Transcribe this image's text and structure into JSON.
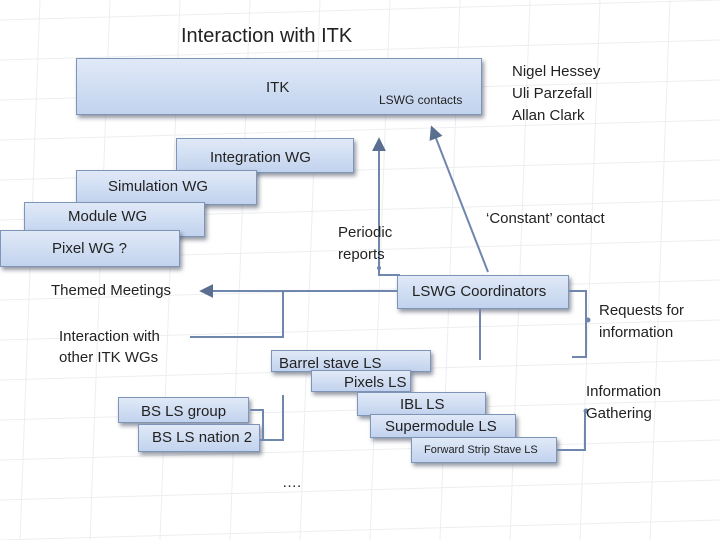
{
  "title": "Interaction with ITK",
  "itk": {
    "label": "ITK",
    "contacts": "LSWG contacts"
  },
  "people": {
    "names": [
      "Nigel Hessey",
      "Uli Parzefall",
      "Allan Clark"
    ]
  },
  "wgs": {
    "integration": "Integration WG",
    "simulation": "Simulation  WG",
    "module": "Module  WG",
    "pixel": "Pixel WG ?"
  },
  "periodic": [
    "Periodic",
    "reports"
  ],
  "constant": "‘Constant’ contact",
  "themed": "Themed Meetings",
  "coordinators": "LSWG Coordinators",
  "requests": [
    "Requests for",
    "information"
  ],
  "interaction_other": [
    "Interaction with",
    "other ITK WGs"
  ],
  "ls": {
    "barrel": "Barrel stave LS",
    "pixels": "Pixels LS",
    "ibl": "IBL LS",
    "supermodule": "Supermodule LS",
    "forward": "Forward Strip Stave LS",
    "bs_group": "BS LS group",
    "bs_nation": "BS LS nation 2"
  },
  "gathering": [
    "Information",
    "Gathering"
  ],
  "ellipsis": "…."
}
